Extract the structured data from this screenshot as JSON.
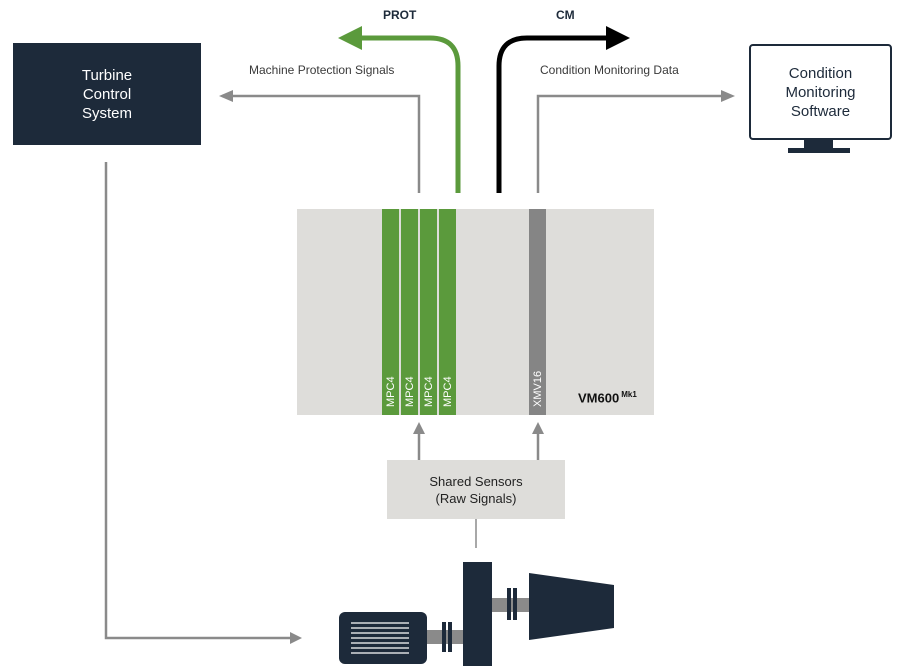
{
  "turbine_control_system": {
    "line1": "Turbine",
    "line2": "Control",
    "line3": "System"
  },
  "monitoring_software": {
    "line1": "Condition",
    "line2": "Monitoring",
    "line3": "Software"
  },
  "labels": {
    "machine_protection": "Machine Protection Signals",
    "condition_monitoring": "Condition Monitoring Data",
    "prot": "PROT",
    "cm": "CM"
  },
  "rack": {
    "cards": [
      "MPC4",
      "MPC4",
      "MPC4",
      "MPC4"
    ],
    "xmv_card": "XMV16",
    "name": "VM600",
    "name_suffix": "Mk1"
  },
  "sensors": {
    "line1": "Shared Sensors",
    "line2": "(Raw Signals)"
  },
  "colors": {
    "dark_navy": "#1d2a3a",
    "green": "#5b9a3c",
    "grey_arrow": "#8a8a8a",
    "rack_grey": "#deddda",
    "card_grey": "#858585"
  }
}
